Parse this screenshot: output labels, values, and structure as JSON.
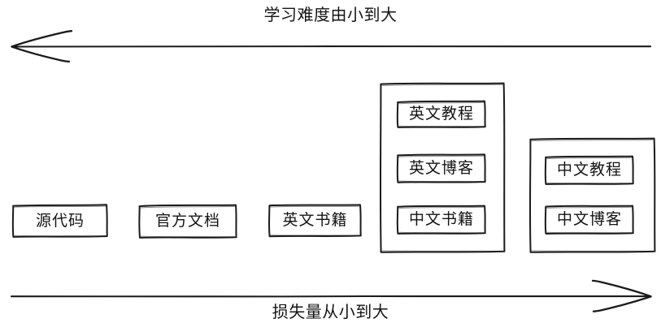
{
  "diagram": {
    "title_top": "学习难度由小到大",
    "title_bottom": "损失量从小到大",
    "stroke_color": "#1b1b1b",
    "background_color": "#ffffff",
    "text_color": "#141414",
    "axes": [
      {
        "name": "difficulty-axis",
        "label": "学习难度由小到大",
        "direction": "left",
        "position": "top"
      },
      {
        "name": "loss-axis",
        "label": "损失量从小到大",
        "direction": "right",
        "position": "bottom"
      }
    ],
    "nodes": [
      {
        "id": "source-code",
        "label": "源代码",
        "group": null
      },
      {
        "id": "official-docs",
        "label": "官方文档",
        "group": null
      },
      {
        "id": "english-books",
        "label": "英文书籍",
        "group": null
      },
      {
        "id": "english-tutorials",
        "label": "英文教程",
        "group": "group-1"
      },
      {
        "id": "english-blogs",
        "label": "英文博客",
        "group": "group-1"
      },
      {
        "id": "chinese-books",
        "label": "中文书籍",
        "group": "group-1"
      },
      {
        "id": "chinese-tutorials",
        "label": "中文教程",
        "group": "group-2"
      },
      {
        "id": "chinese-blogs",
        "label": "中文博客",
        "group": "group-2"
      }
    ],
    "groups": [
      {
        "id": "group-1",
        "members": [
          "英文教程",
          "英文博客",
          "中文书籍"
        ]
      },
      {
        "id": "group-2",
        "members": [
          "中文教程",
          "中文博客"
        ]
      }
    ]
  }
}
